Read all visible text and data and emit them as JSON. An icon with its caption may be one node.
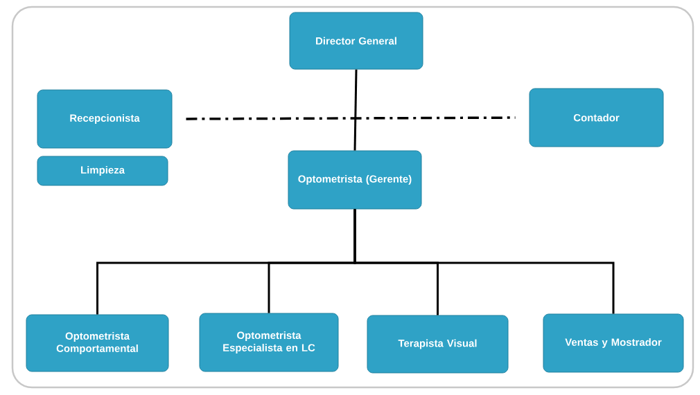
{
  "diagram": {
    "nodes": [
      {
        "text": [
          "Director General"
        ]
      },
      {
        "text": [
          "Recepcionista"
        ]
      },
      {
        "text": [
          "Limpieza"
        ]
      },
      {
        "text": [
          "Contador"
        ]
      },
      {
        "text": [
          "Optometrista (Gerente)"
        ]
      },
      {
        "text": [
          "Optometrista Comportamental"
        ]
      },
      {
        "text": [
          "Optometrista Especialista en LC"
        ]
      },
      {
        "text": [
          "Terapista Visual"
        ]
      },
      {
        "text": [
          "Ventas y Mostrador"
        ]
      }
    ],
    "edges": [
      {
        "from": 0,
        "to": 4,
        "arrow": "none"
      },
      {
        "from": 1,
        "to": 3,
        "arrow": "none",
        "style": "dashed"
      },
      {
        "from": 4,
        "to": 5,
        "arrow": "none"
      },
      {
        "from": 4,
        "to": 6,
        "arrow": "none"
      },
      {
        "from": 4,
        "to": 7,
        "arrow": "none"
      },
      {
        "from": 4,
        "to": 8,
        "arrow": "none"
      }
    ]
  }
}
